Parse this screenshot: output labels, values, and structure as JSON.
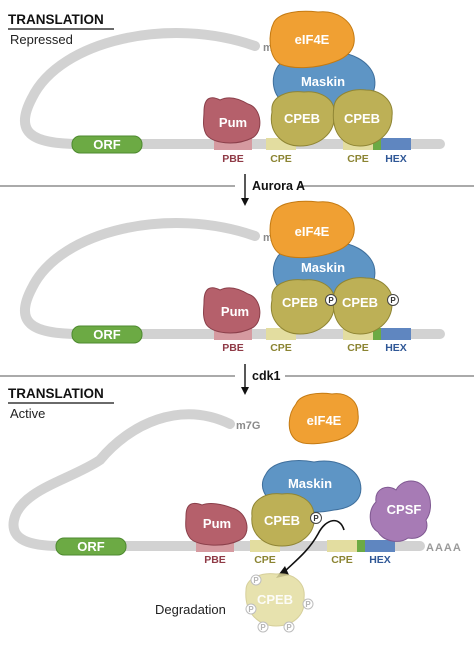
{
  "panel1": {
    "heading": "TRANSLATION",
    "subheading": "Repressed",
    "cap": "m7G",
    "proteins": {
      "eif4e": "eIF4E",
      "maskin": "Maskin",
      "pum": "Pum",
      "cpeb_a": "CPEB",
      "cpeb_b": "CPEB"
    },
    "orf": "ORF",
    "elements": {
      "pbe": "PBE",
      "cpe_a": "CPE",
      "cpe_b": "CPE",
      "hex": "HEX"
    }
  },
  "step1": {
    "kinase": "Aurora A"
  },
  "panel2": {
    "cap": "m7G",
    "proteins": {
      "eif4e": "eIF4E",
      "maskin": "Maskin",
      "pum": "Pum",
      "cpeb_a": "CPEB",
      "cpeb_b": "CPEB"
    },
    "phospho": "P",
    "orf": "ORF",
    "elements": {
      "pbe": "PBE",
      "cpe_a": "CPE",
      "cpe_b": "CPE",
      "hex": "HEX"
    }
  },
  "step2": {
    "kinase": "cdk1"
  },
  "panel3": {
    "heading": "TRANSLATION",
    "subheading": "Active",
    "cap": "m7G",
    "proteins": {
      "eif4e": "eIF4E",
      "maskin": "Maskin",
      "pum": "Pum",
      "cpeb": "CPEB",
      "cpsf": "CPSF"
    },
    "phospho": "P",
    "orf": "ORF",
    "elements": {
      "pbe": "PBE",
      "cpe_a": "CPE",
      "cpe_b": "CPE",
      "hex": "HEX"
    },
    "polya": "AAAA",
    "degradation_label": "Degradation",
    "degraded_protein": "CPEB"
  },
  "colors": {
    "eif4e": "#f0a033",
    "maskin": "#5e95c5",
    "cpeb": "#bdb056",
    "pum": "#b5606b",
    "cpsf": "#a77bb5",
    "orf": "#6caa44",
    "mrna": "#d2d2d2",
    "cpe_box": "#e3dda0",
    "pbe_box": "#d59aa0",
    "hex_box": "#5f86c0",
    "pbe_text": "#8f3a46",
    "cpe_text": "#8b8432",
    "hex_text": "#2f5796",
    "divider": "#555555"
  }
}
